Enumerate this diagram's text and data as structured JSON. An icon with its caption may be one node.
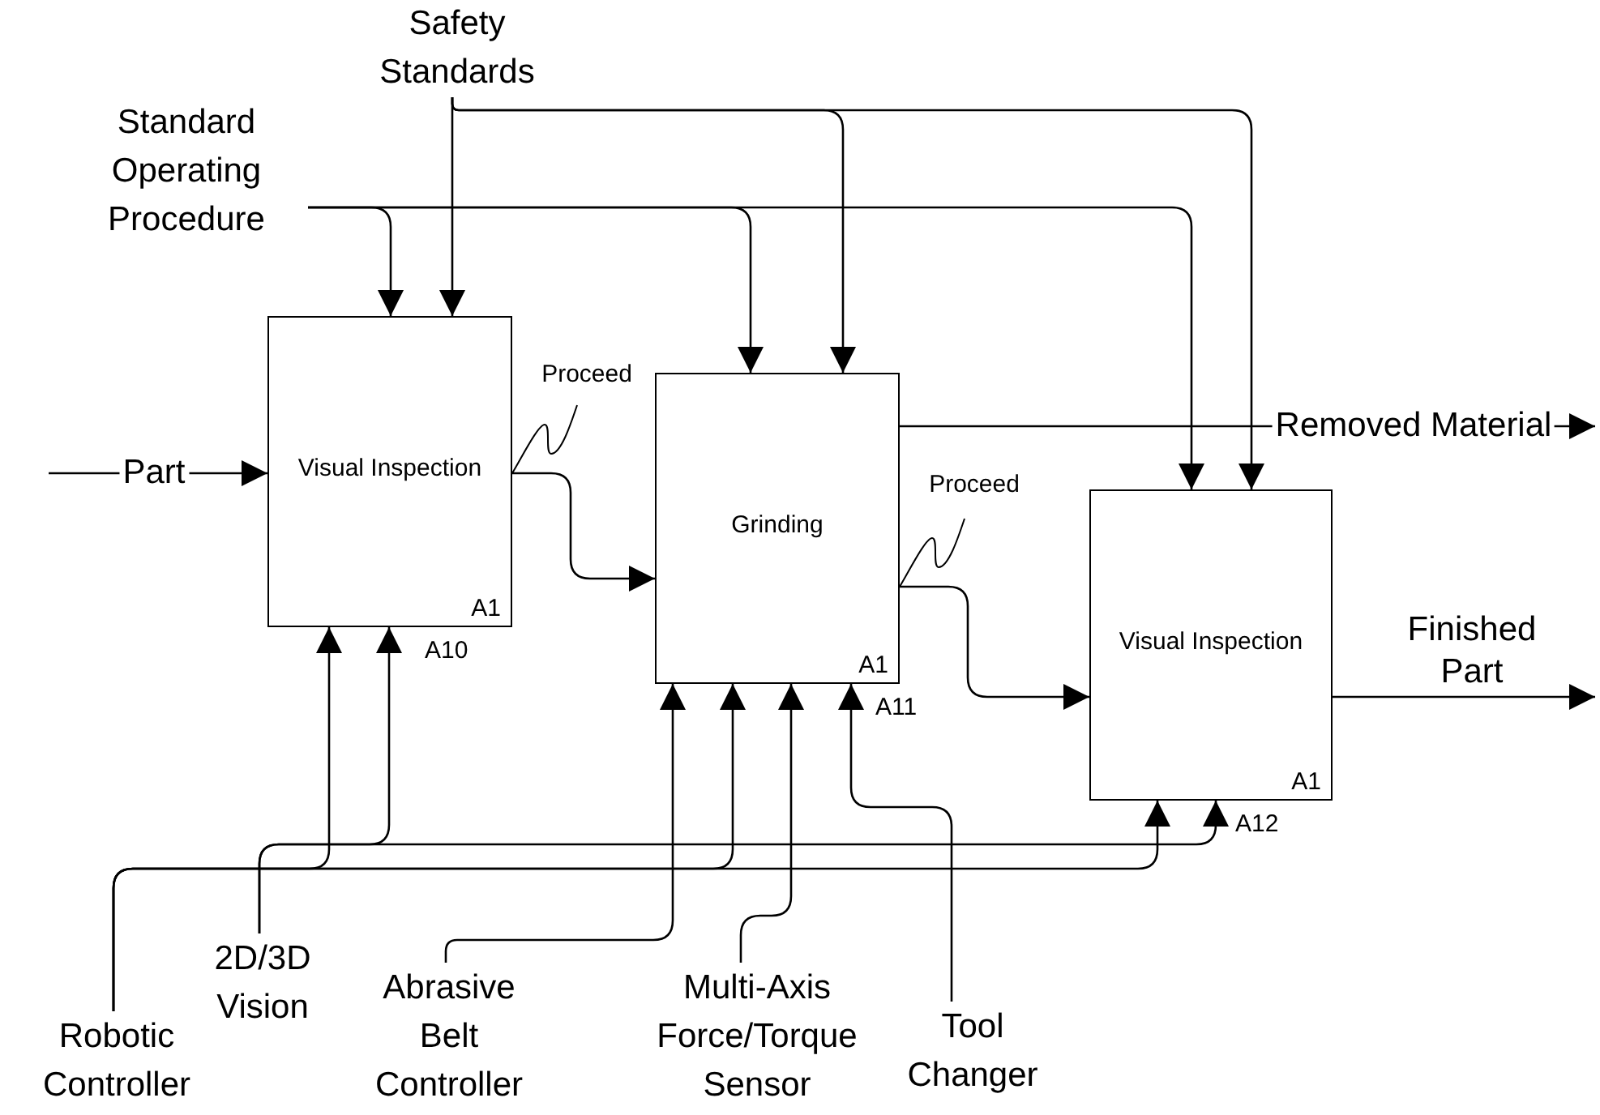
{
  "diagram": {
    "nodes": [
      {
        "text": [
          "Safety Standards"
        ]
      },
      {
        "text": [
          "Standard Operating Procedure"
        ]
      },
      {
        "text": [
          "Visual Inspection",
          "A1"
        ],
        "beside": [
          "A10"
        ]
      },
      {
        "text": [
          "Grinding",
          "A1"
        ],
        "beside": [
          "A11"
        ]
      },
      {
        "text": [
          "Visual Inspection",
          "A1"
        ],
        "beside": [
          "A12"
        ]
      },
      {
        "text": [
          "Robotic Controller"
        ]
      },
      {
        "text": [
          "2D/3D Vision"
        ]
      },
      {
        "text": [
          "Abrasive Belt Controller"
        ]
      },
      {
        "text": [
          "Multi-Axis Force/Torque Sensor"
        ]
      },
      {
        "text": [
          "Tool Changer"
        ]
      }
    ],
    "edges": [
      {
        "from": null,
        "to": 2,
        "arrow": "to",
        "label": "Part"
      },
      {
        "from": 1,
        "to": 2,
        "arrow": "to"
      },
      {
        "from": 1,
        "to": 3,
        "arrow": "to"
      },
      {
        "from": 1,
        "to": 4,
        "arrow": "to"
      },
      {
        "from": 0,
        "to": 2,
        "arrow": "to"
      },
      {
        "from": 0,
        "to": 3,
        "arrow": "to"
      },
      {
        "from": 0,
        "to": 4,
        "arrow": "to"
      },
      {
        "from": 2,
        "to": 3,
        "arrow": "to",
        "label": "Proceed"
      },
      {
        "from": 3,
        "to": 4,
        "arrow": "to",
        "label": "Proceed"
      },
      {
        "from": 3,
        "to": null,
        "arrow": "to",
        "label": "Removed Material"
      },
      {
        "from": 4,
        "to": null,
        "arrow": "to",
        "label": "Finished Part"
      },
      {
        "from": 5,
        "to": 2,
        "arrow": "to"
      },
      {
        "from": 5,
        "to": 3,
        "arrow": "to"
      },
      {
        "from": 5,
        "to": 4,
        "arrow": "to"
      },
      {
        "from": 6,
        "to": 2,
        "arrow": "to"
      },
      {
        "from": 6,
        "to": 4,
        "arrow": "to"
      },
      {
        "from": 7,
        "to": 3,
        "arrow": "to"
      },
      {
        "from": 8,
        "to": 3,
        "arrow": "to"
      },
      {
        "from": 9,
        "to": 3,
        "arrow": "to"
      }
    ]
  }
}
